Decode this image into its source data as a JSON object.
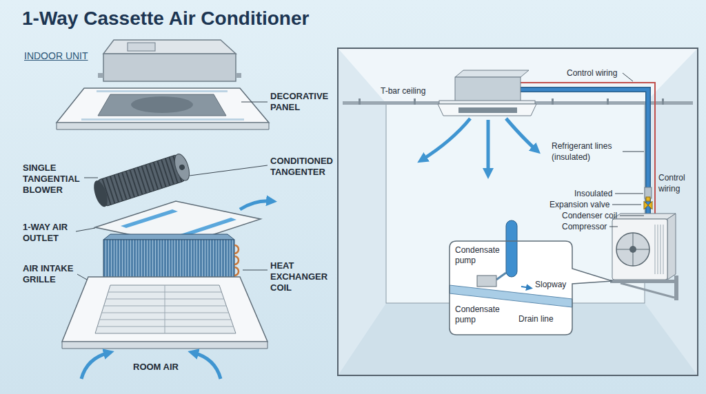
{
  "diagram": {
    "title": "1-Way Cassette Air Conditioner",
    "nodes": [
      {
        "text": [
          "Condensate pump",
          "Condensate pump",
          "Slopway",
          "Drain line"
        ]
      }
    ],
    "labels": [
      "INDOOR UNIT",
      "DECORATIVE PANEL",
      "SINGLE TANGENTIAL BLOWER",
      "CONDITIONED TANGENTER",
      "1-WAY AIR OUTLET",
      "AIR INTAKE GRILLE",
      "HEAT EXCHANGER COIL",
      "ROOM AIR",
      "T-bar ceiling",
      "Control wiring",
      "Refrigerant lines (insulated)",
      "Control wiring",
      "Insoulated",
      "Expansion valve",
      "Condenser coil",
      "Compressor"
    ]
  }
}
